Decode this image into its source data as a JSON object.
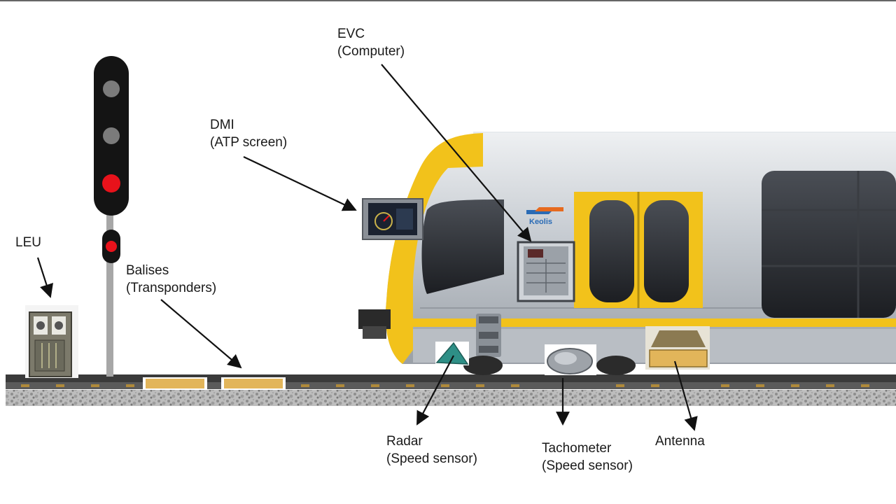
{
  "labels": {
    "evc": {
      "line1": "EVC",
      "line2": "(Computer)"
    },
    "dmi": {
      "line1": "DMI",
      "line2": "(ATP screen)"
    },
    "leu": {
      "line1": "LEU"
    },
    "balises": {
      "line1": "Balises",
      "line2": "(Transponders)"
    },
    "radar": {
      "line1": "Radar",
      "line2": "(Speed sensor)"
    },
    "tachometer": {
      "line1": "Tachometer",
      "line2": "(Speed sensor)"
    },
    "antenna": {
      "line1": "Antenna"
    }
  },
  "train": {
    "logo_text": "Keolis"
  },
  "colors": {
    "train_yellow": "#f2c21b",
    "train_silver": "#cfd3d8",
    "signal_red": "#e8121b",
    "signal_body": "#141414",
    "balise_tan": "#e2b55a",
    "rail": "#333333"
  }
}
